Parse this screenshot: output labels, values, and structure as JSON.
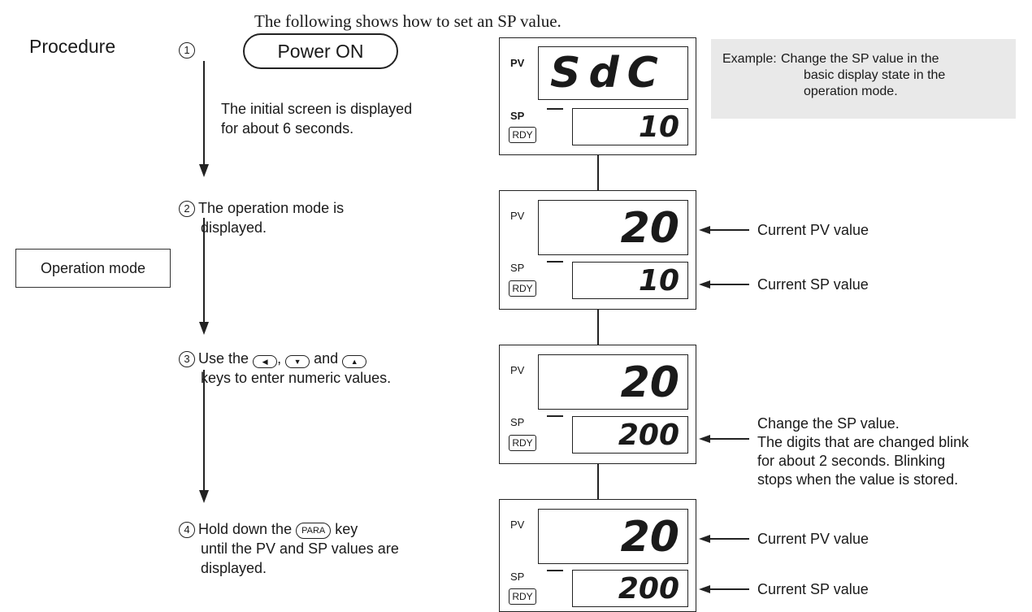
{
  "intro": "The following shows how to set an SP value.",
  "procedure_label": "Procedure",
  "steps": [
    {
      "num": "1",
      "button": "Power ON",
      "text_lines": [
        "The initial screen is displayed",
        "for about 6 seconds."
      ]
    },
    {
      "num": "2",
      "text_lines": [
        "The operation mode is",
        "displayed."
      ]
    },
    {
      "num": "3",
      "text_lines": [
        "keys to enter numeric values."
      ],
      "prefix": "Use the",
      "sep1": ",",
      "sep2": "and",
      "keys": [
        "left-key-icon",
        "down-key-icon",
        "up-key-icon"
      ]
    },
    {
      "num": "4",
      "prefix": "Hold down the",
      "key_label": "PARA",
      "suffix": "key",
      "text_lines": [
        "until the PV and SP values are",
        "displayed."
      ]
    }
  ],
  "operation_mode_label": "Operation mode",
  "example": {
    "label": "Example:",
    "lines": [
      "Change the SP value in the",
      "basic display state in the",
      "operation mode."
    ]
  },
  "panels": [
    {
      "pv_label": "PV",
      "sp_label": "SP",
      "rdy_label": "RDY",
      "pv_value": "SdC",
      "sp_value": "10"
    },
    {
      "pv_label": "PV",
      "sp_label": "SP",
      "rdy_label": "RDY",
      "pv_value": "20",
      "sp_value": "10"
    },
    {
      "pv_label": "PV",
      "sp_label": "SP",
      "rdy_label": "RDY",
      "pv_value": "20",
      "sp_value": "200"
    },
    {
      "pv_label": "PV",
      "sp_label": "SP",
      "rdy_label": "RDY",
      "pv_value": "20",
      "sp_value": "200"
    }
  ],
  "annotations": {
    "current_pv": "Current PV value",
    "current_sp": "Current SP value",
    "change_sp": [
      "Change the SP value.",
      "The digits that are changed blink",
      "for about 2 seconds. Blinking",
      "stops when the value is stored."
    ]
  },
  "colors": {
    "text": "#1a1a1a",
    "note_bg": "#e9e9e9"
  }
}
